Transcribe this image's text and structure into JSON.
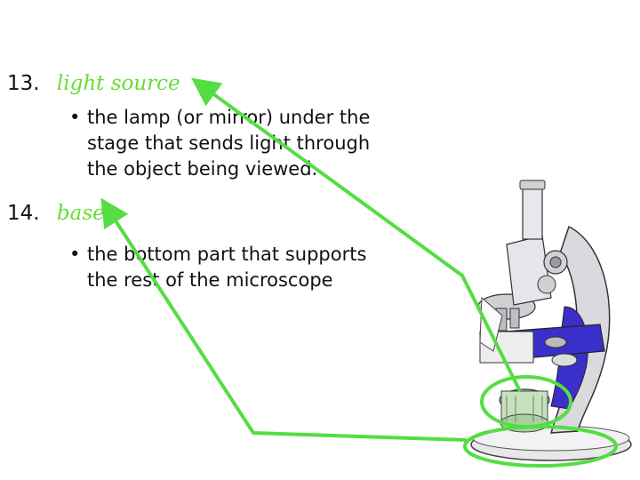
{
  "terms": [
    {
      "number": "13.",
      "word": "light source",
      "bullet": "•",
      "definition_lines": [
        "the lamp (or mirror) under the",
        "stage that sends light through",
        "the object being viewed."
      ]
    },
    {
      "number": "14.",
      "word": "base",
      "bullet": "•",
      "definition_lines": [
        "the bottom part that supports",
        "the rest of the microscope"
      ]
    }
  ],
  "colors": {
    "term_highlight": "#66dd33",
    "arrow": "#55dd44",
    "microscope_accent": "#3b2fc9"
  },
  "icons": {
    "microscope": "microscope-illustration",
    "arrows": "pointer-arrow"
  }
}
